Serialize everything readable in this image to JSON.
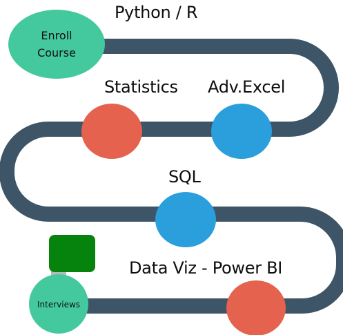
{
  "roadmap": {
    "start_label": "Enroll Course",
    "end_label": "Interviews",
    "milestones": [
      {
        "label": "Python / R"
      },
      {
        "label": "Statistics"
      },
      {
        "label": "Adv.Excel"
      },
      {
        "label": "SQL"
      },
      {
        "label": "Data Viz - Power BI"
      }
    ]
  },
  "colors": {
    "road": "#3d5566",
    "teal": "#43c99d",
    "red": "#e5624f",
    "blue": "#2a9fdc",
    "flag": "#06830c",
    "pole": "#b8b8b8"
  }
}
